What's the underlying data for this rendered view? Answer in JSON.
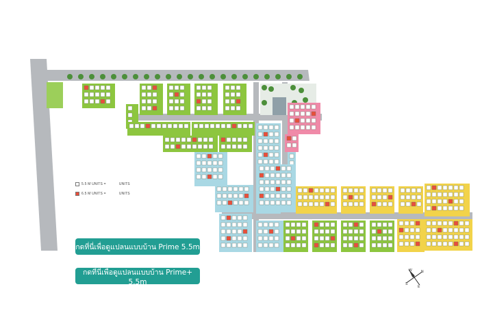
{
  "legend": [
    {
      "label": "5.5 M  UNITS  =",
      "suffix": "UNITS",
      "color": "#ffffff"
    },
    {
      "label": "6.5 M  UNITS  =",
      "suffix": "UNITS",
      "color": "#e94e3a"
    }
  ],
  "buttons": [
    {
      "label": "กดที่นี่เพื่อดูแปลนแบบบ้าน Prime 5.5m"
    },
    {
      "label": "กดที่นี่เพื่อดูแปลนแบบบ้าน Prime+ 5.5m"
    }
  ],
  "compass": {
    "n": "N",
    "e": "E",
    "s": "S",
    "w": "W"
  },
  "colors": {
    "road": "#b6b9bd",
    "green_zone": "#8dc63f",
    "blue_zone": "#a9d8e4",
    "yellow_zone": "#f2d34a",
    "pink_zone": "#f08aa8",
    "unit_6_5": "#e94e3a",
    "accent": "#229e93"
  }
}
